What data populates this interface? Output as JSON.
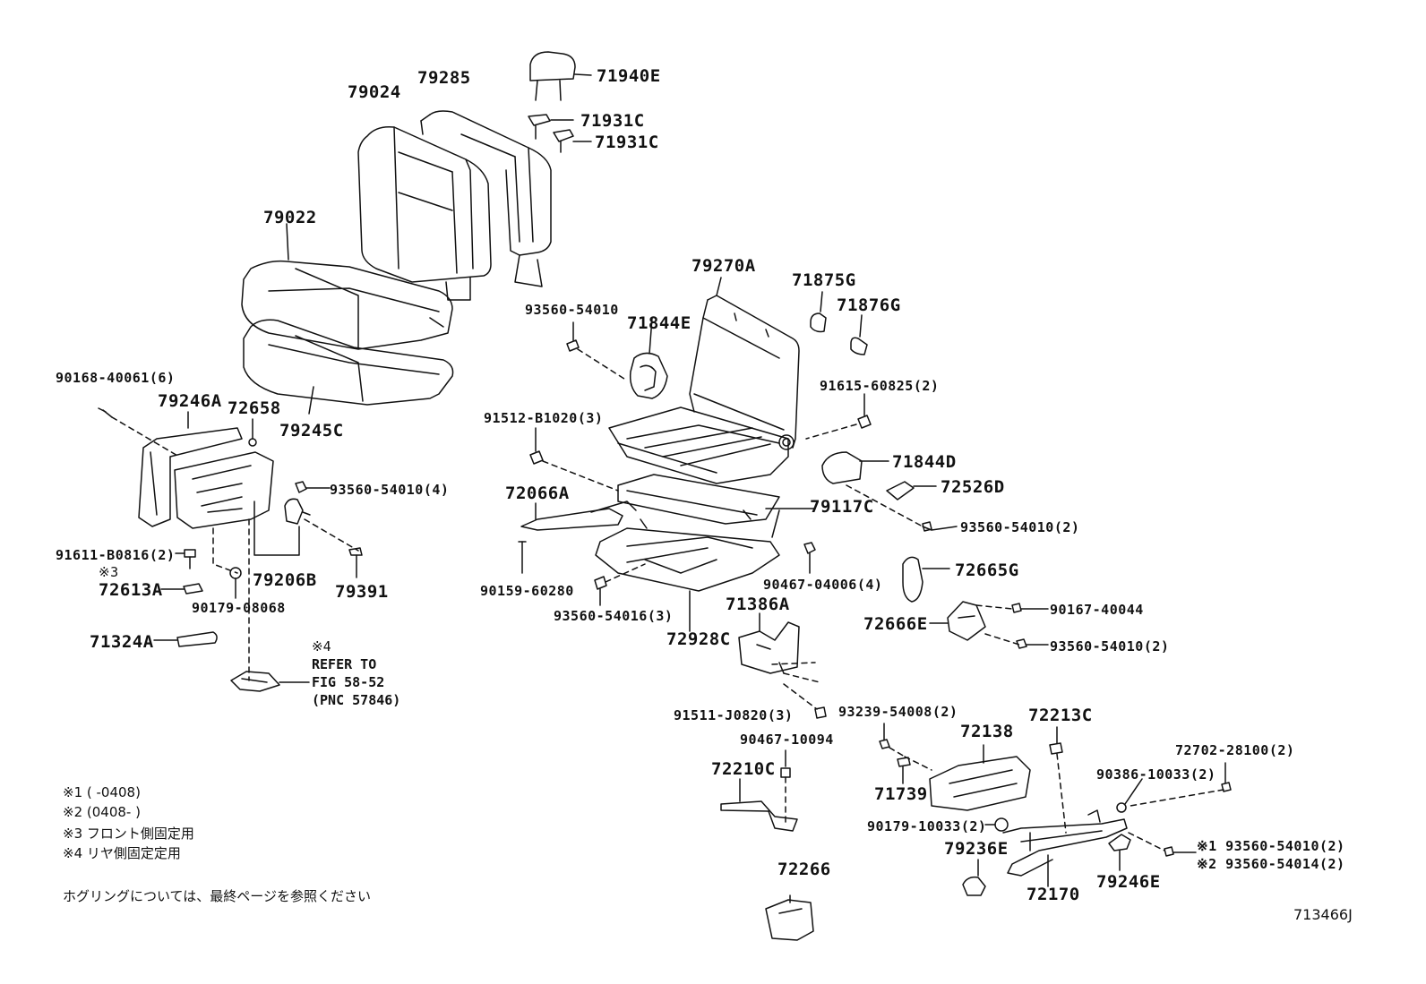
{
  "labels": [
    {
      "id": "p79024",
      "text": "79024"
    },
    {
      "id": "p79285",
      "text": "79285"
    },
    {
      "id": "p71940E",
      "text": "71940E"
    },
    {
      "id": "p71931C_a",
      "text": "71931C"
    },
    {
      "id": "p71931C_b",
      "text": "71931C"
    },
    {
      "id": "p79022",
      "text": "79022"
    },
    {
      "id": "p79270A",
      "text": "79270A"
    },
    {
      "id": "p71875G",
      "text": "71875G"
    },
    {
      "id": "p71876G",
      "text": "71876G"
    },
    {
      "id": "p93560_54010",
      "text": "93560-54010"
    },
    {
      "id": "p71844E",
      "text": "71844E"
    },
    {
      "id": "p90168_40061",
      "text": "90168-40061(6)"
    },
    {
      "id": "p79246A",
      "text": "79246A"
    },
    {
      "id": "p72658",
      "text": "72658"
    },
    {
      "id": "p79245C",
      "text": "79245C"
    },
    {
      "id": "p91615_60825",
      "text": "91615-60825(2)"
    },
    {
      "id": "p91512_B1020",
      "text": "91512-B1020(3)"
    },
    {
      "id": "p71844D",
      "text": "71844D"
    },
    {
      "id": "p72526D",
      "text": "72526D"
    },
    {
      "id": "p93560_54010_4",
      "text": "93560-54010(4)"
    },
    {
      "id": "p72066A",
      "text": "72066A"
    },
    {
      "id": "p79117C",
      "text": "79117C"
    },
    {
      "id": "p93560_54010_2a",
      "text": "93560-54010(2)"
    },
    {
      "id": "p91611_B0816",
      "text": "91611-B0816(2)"
    },
    {
      "id": "p72665G",
      "text": "72665G"
    },
    {
      "id": "p_note3_mark",
      "text": "※3"
    },
    {
      "id": "p72613A",
      "text": "72613A"
    },
    {
      "id": "p79206B",
      "text": "79206B"
    },
    {
      "id": "p79391",
      "text": "79391"
    },
    {
      "id": "p90159_60280",
      "text": "90159-60280"
    },
    {
      "id": "p90467_04006",
      "text": "90467-04006(4)"
    },
    {
      "id": "p90179_08068",
      "text": "90179-08068"
    },
    {
      "id": "p71386A",
      "text": "71386A"
    },
    {
      "id": "p90167_40044",
      "text": "90167-40044"
    },
    {
      "id": "p72666E",
      "text": "72666E"
    },
    {
      "id": "p93560_54016",
      "text": "93560-54016(3)"
    },
    {
      "id": "p71324A",
      "text": "71324A"
    },
    {
      "id": "p72928C",
      "text": "72928C"
    },
    {
      "id": "p93560_54010_2b",
      "text": "93560-54010(2)"
    },
    {
      "id": "p91511_J0820",
      "text": "91511-J0820(3)"
    },
    {
      "id": "p93239_54008",
      "text": "93239-54008(2)"
    },
    {
      "id": "p72213C",
      "text": "72213C"
    },
    {
      "id": "p90467_10094",
      "text": "90467-10094"
    },
    {
      "id": "p72138",
      "text": "72138"
    },
    {
      "id": "p72702_28100",
      "text": "72702-28100(2)"
    },
    {
      "id": "p72210C",
      "text": "72210C"
    },
    {
      "id": "p71739",
      "text": "71739"
    },
    {
      "id": "p90386_10033",
      "text": "90386-10033(2)"
    },
    {
      "id": "p90179_10033",
      "text": "90179-10033(2)"
    },
    {
      "id": "p79236E",
      "text": "79236E"
    },
    {
      "id": "p93560_54010_2c",
      "text": "※1 93560-54010(2)"
    },
    {
      "id": "p93560_54014_2",
      "text": "※2 93560-54014(2)"
    },
    {
      "id": "p72266",
      "text": "72266"
    },
    {
      "id": "p72170",
      "text": "72170"
    },
    {
      "id": "p79246E",
      "text": "79246E"
    }
  ],
  "refer": {
    "mark": "※4",
    "line1": "REFER TO",
    "line2": "FIG 58-52",
    "line3": "(PNC 57846)"
  },
  "notes": [
    "※1 (     -0408)",
    "※2 (0408-     )",
    "※3 フロント側固定用",
    "※4 リヤ側固定定用"
  ],
  "footer_note": "ホグリングについては、最終ページを参照ください",
  "figure_id": "713466J",
  "colors": {
    "ink": "#111111",
    "background": "#ffffff"
  }
}
